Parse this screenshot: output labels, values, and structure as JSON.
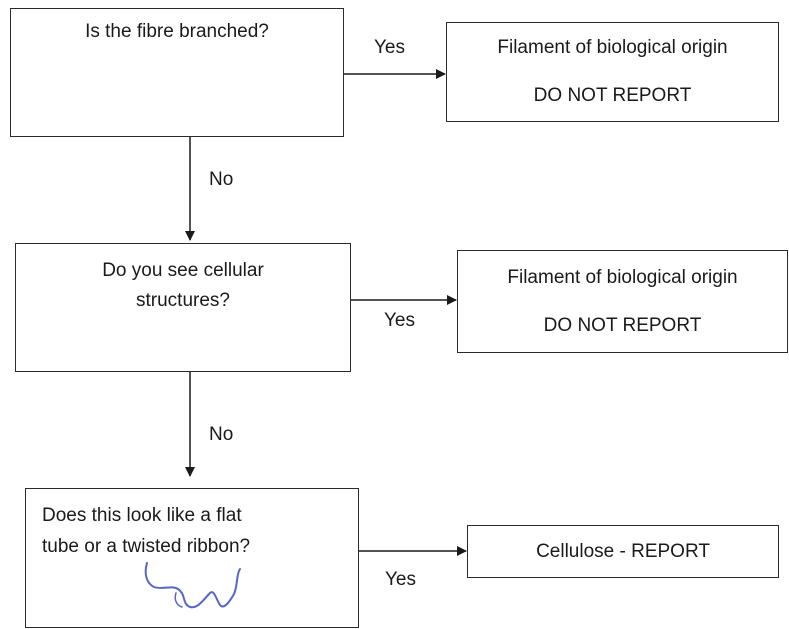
{
  "question_1": {
    "text": "Is the fibre branched?"
  },
  "question_2": {
    "line1": "Do you see cellular",
    "line2": "structures?"
  },
  "question_3": {
    "line1": "Does this look like a flat",
    "line2": "tube or a twisted ribbon?"
  },
  "outcome_1": {
    "line1": "Filament of biological origin",
    "line2": "DO NOT REPORT"
  },
  "outcome_2": {
    "line1": "Filament of biological origin",
    "line2": "DO NOT REPORT"
  },
  "outcome_3": {
    "text": "Cellulose - REPORT"
  },
  "edge_labels": {
    "yes_1": "Yes",
    "yes_2": "Yes",
    "yes_3": "Yes",
    "no_1": "No",
    "no_2": "No"
  },
  "colors": {
    "line": "#1a1a1a",
    "branched_sketch": "#111111",
    "cellular_sketch": "#9aa3a7",
    "ribbon_sketch": "#5566c8"
  }
}
